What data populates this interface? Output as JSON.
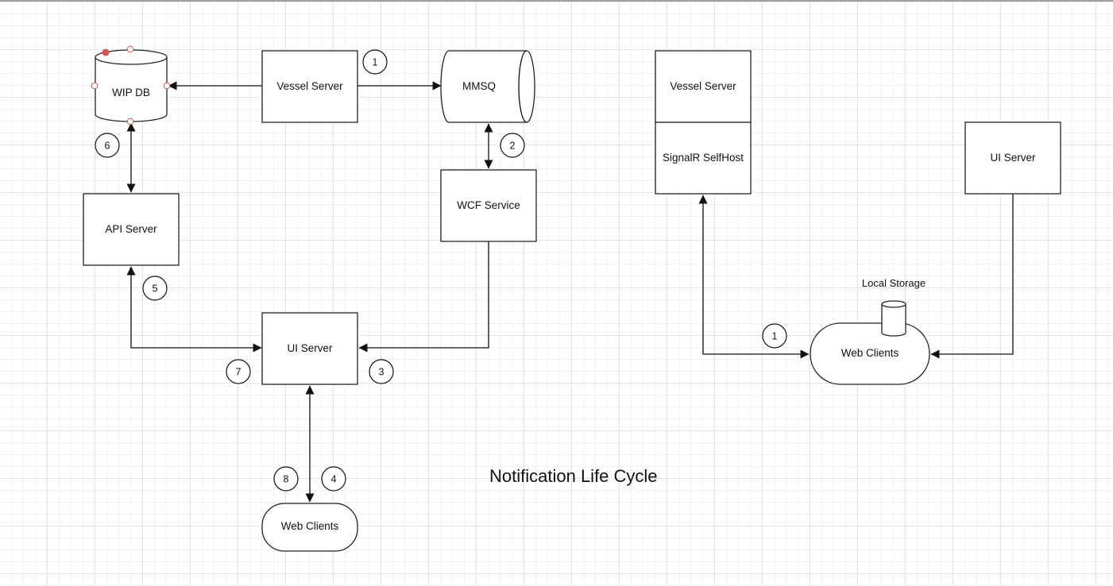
{
  "diagram": {
    "title": "Notification Life Cycle",
    "left_flow": {
      "wip_db": "WIP DB",
      "vessel_server": "Vessel Server",
      "mmsq": "MMSQ",
      "wcf_service": "WCF Service",
      "api_server": "API Server",
      "ui_server": "UI Server",
      "web_clients": "Web Clients"
    },
    "right_flow": {
      "vessel_server": "Vessel Server",
      "signalr_selfhost": "SignalR SelfHost",
      "ui_server": "UI Server",
      "local_storage": "Local Storage",
      "web_clients": "Web Clients"
    },
    "steps": {
      "s1": "1",
      "s2": "2",
      "s3": "3",
      "s4": "4",
      "s5": "5",
      "s6": "6",
      "s7": "7",
      "s8": "8",
      "r1": "1"
    },
    "colors": {
      "selection_handle": "#e0505a",
      "grid_line": "#e4e4e4"
    }
  }
}
